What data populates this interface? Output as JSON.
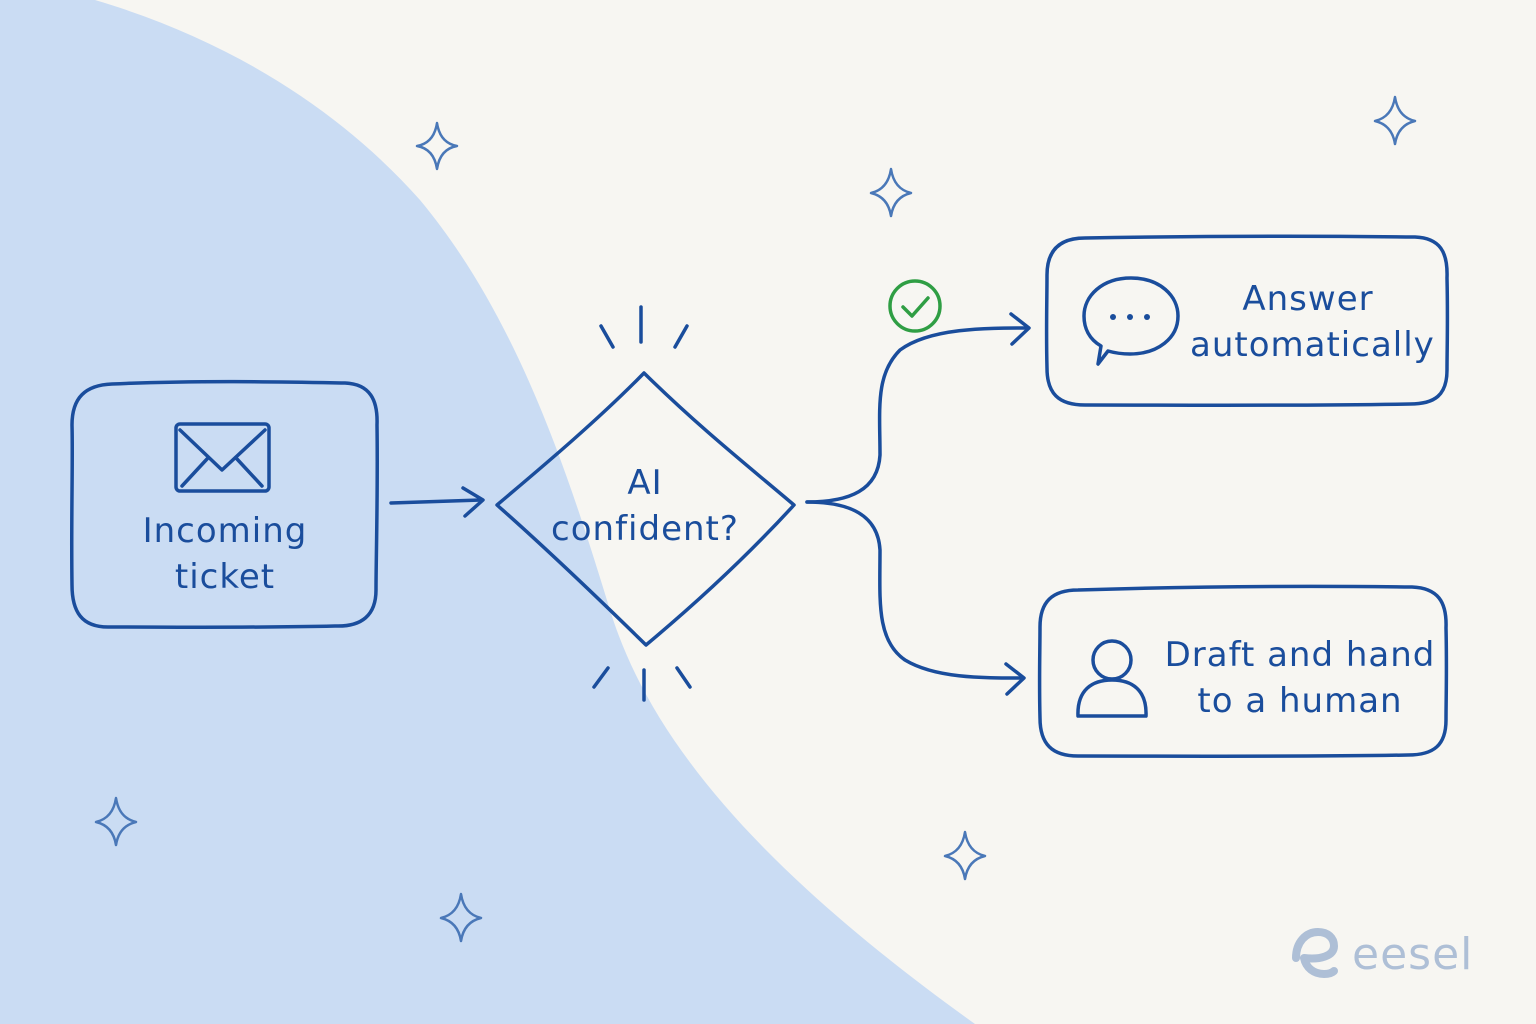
{
  "colors": {
    "background": "#f7f6f2",
    "blob": "#cadcf3",
    "ink": "#1a4d9c",
    "sparkle": "#4a78b8",
    "check": "#2f9e44",
    "brand": "#aebfd6"
  },
  "nodes": {
    "incoming": {
      "icon": "envelope-icon",
      "line1": "Incoming",
      "line2": "ticket"
    },
    "decision": {
      "line1": "AI",
      "line2": "confident?"
    },
    "answer": {
      "icon": "chat-bubble-icon",
      "line1": "Answer",
      "line2": "automatically"
    },
    "handoff": {
      "icon": "person-icon",
      "line1": "Draft and hand",
      "line2": "to a human"
    }
  },
  "branch_icons": {
    "yes": "check-circle-icon"
  },
  "brand": {
    "logo": "eesel-logo-icon",
    "wordmark": "eesel"
  }
}
